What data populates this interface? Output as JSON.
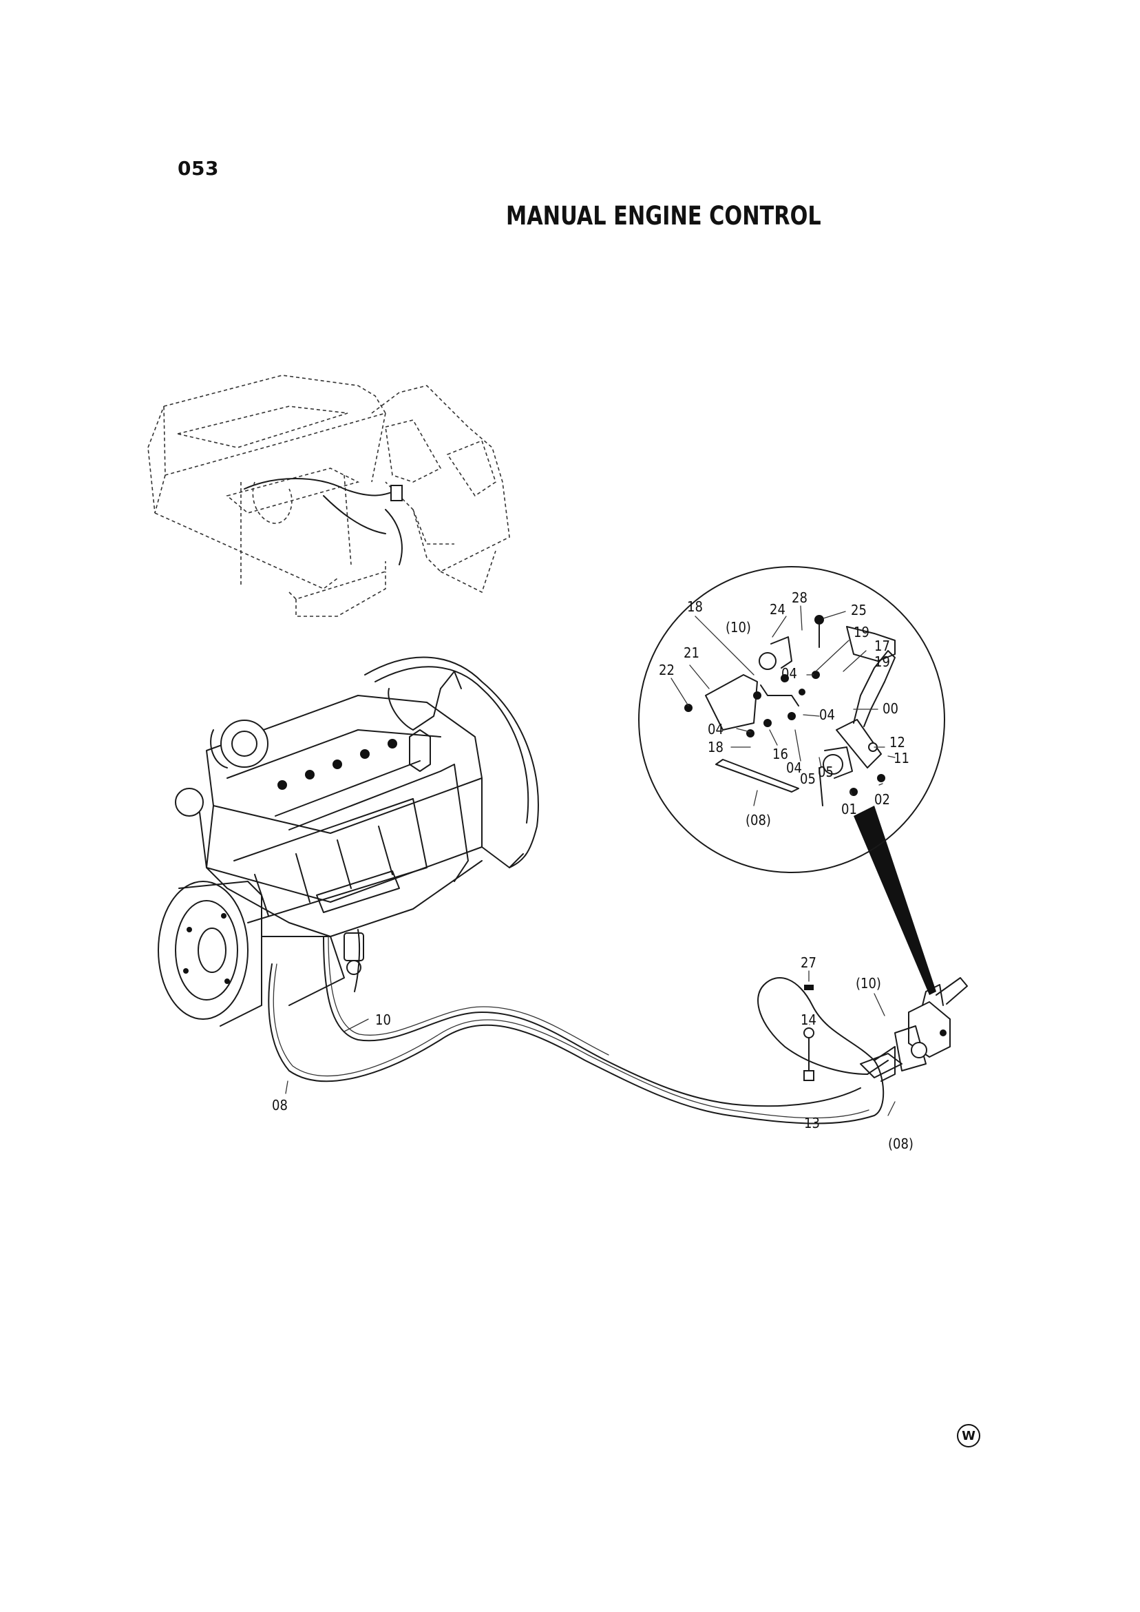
{
  "page": {
    "number": "053",
    "title": "MANUAL ENGINE CONTROL",
    "corner_mark": "W"
  },
  "callouts": {
    "p18a": "18",
    "p24": "24",
    "p28": "28",
    "p25": "25",
    "p10a": "(10)",
    "p19a": "19",
    "p21": "21",
    "p17": "17",
    "p22": "22",
    "p04a": "04",
    "p19b": "19",
    "p04b": "04",
    "p00": "00",
    "p04c": "04",
    "p18b": "18",
    "p16": "16",
    "p12": "12",
    "p04d": "04",
    "p05a": "05",
    "p05b": "05",
    "p11": "11",
    "p02": "02",
    "p01": "01",
    "p08a": "(08)",
    "p27": "27",
    "p10b": "(10)",
    "p14": "14",
    "p10c": "10",
    "p13": "13",
    "p08b": "(08)",
    "p08c": "08"
  },
  "icons": {
    "excavator": "excavator-overview-icon",
    "engine": "diesel-engine-icon",
    "detail": "detail-circle-icon",
    "lever": "throttle-lever-assembly-icon"
  }
}
